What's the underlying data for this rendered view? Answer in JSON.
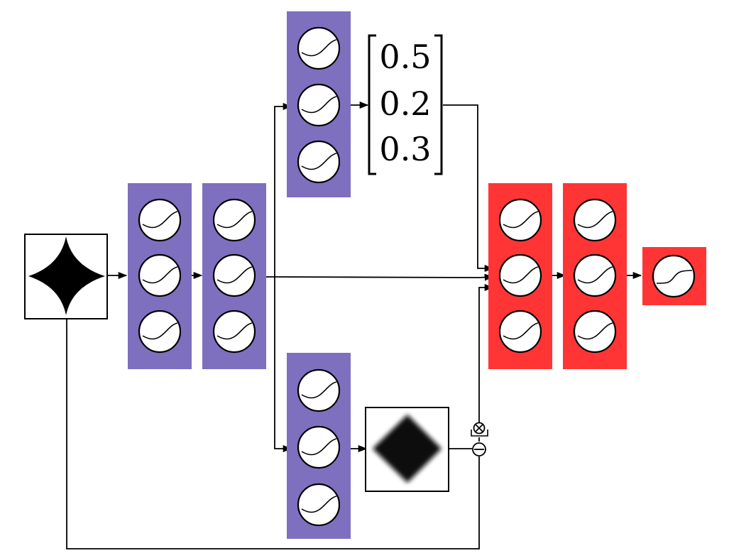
{
  "colors": {
    "encoder_layer": "#7f6fbf",
    "decoder_layer": "#ff3535",
    "line": "#000000",
    "background": "#ffffff"
  },
  "icons": {
    "neuron": "sigmoid-neuron-icon",
    "input_image": "black-diamond-icon",
    "reconstruction": "blurred-diamond-icon",
    "multiply_node": "circled-times-icon",
    "subtract_node": "circled-minus-icon"
  },
  "weights_vector": {
    "values": [
      "0.5",
      "0.2",
      "0.3"
    ]
  }
}
